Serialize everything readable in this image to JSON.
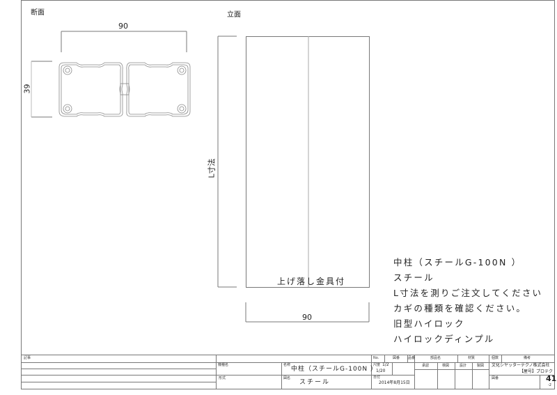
{
  "drawing": {
    "section_label": "断面",
    "elevation_label": "立面",
    "section_width_dim": "90",
    "section_height_dim": "39",
    "length_dim": "L寸法",
    "elevation_width_dim": "90",
    "fitting_note": "上げ落し金具付"
  },
  "notes": [
    "中柱（スチールG-100N ）",
    "スチール",
    "L寸法を測りご注文してください",
    "カギの種類を確認ください。",
    "旧型ハイロック",
    "ハイロックディンプル"
  ],
  "title_block": {
    "remarks_label": "記事",
    "model_label": "機種名",
    "type_label": "形式",
    "name_label": "名称",
    "name_value": "中柱（スチールG-100N ）",
    "drawing_name_label": "図名",
    "drawing_name_value": "スチール",
    "scale_label": "尺度",
    "scale_value_1": "1/2",
    "scale_value_2": "1/20",
    "date_label": "日付",
    "date_value": "2014年8月15日",
    "header": [
      "No.",
      "図番",
      "品番",
      "部品名",
      "材質",
      "個数",
      "備考"
    ],
    "approvals": [
      "承認",
      "検図",
      "設計",
      "製図"
    ],
    "company": "文化シヤッターテクノ株式会社",
    "brand": "【屋号】プロテク",
    "drawing_no_label": "図番",
    "drawing_no": "41",
    "drawing_no_sub": "-2"
  }
}
